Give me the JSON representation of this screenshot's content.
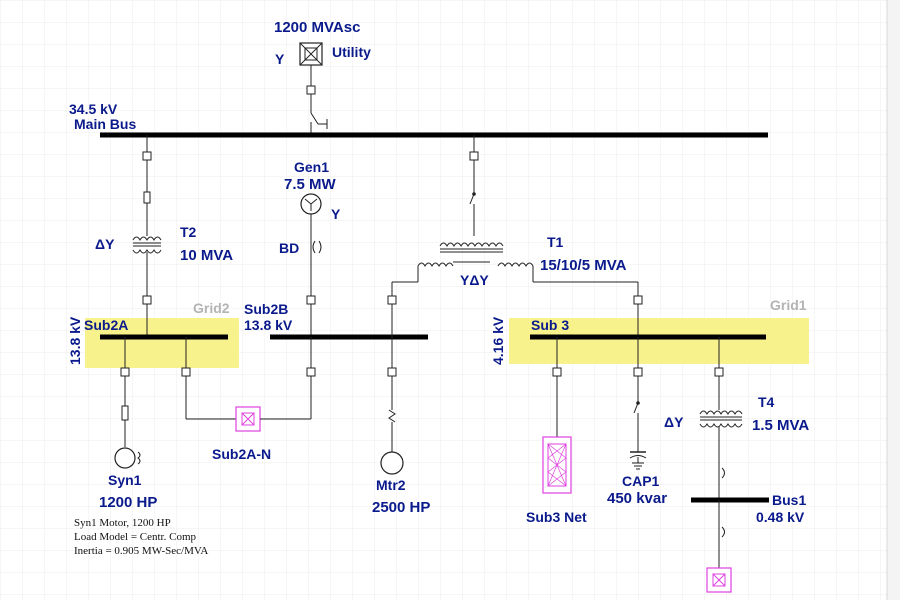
{
  "colors": {
    "label": "#0a1a8c",
    "grid_zone": "#f8f28c",
    "grid_label": "#b4b4b4",
    "load": "#e040e0",
    "bus": "#000000"
  },
  "utility": {
    "rating": "1200 MVAsc",
    "name": "Utility",
    "conn": "Y"
  },
  "main_bus": {
    "voltage": "34.5 kV",
    "name": "Main Bus"
  },
  "gen1": {
    "name": "Gen1",
    "rating": "7.5 MW",
    "conn": "Y"
  },
  "t2": {
    "name": "T2",
    "rating": "10 MVA",
    "conn": "ΔY"
  },
  "t1": {
    "name": "T1",
    "rating": "15/10/5 MVA",
    "conn": "YΔY"
  },
  "bd": {
    "label": "BD"
  },
  "grid2": {
    "label": "Grid2"
  },
  "grid1": {
    "label": "Grid1"
  },
  "sub2a": {
    "name": "Sub2A",
    "voltage": "13.8 kV"
  },
  "sub2b": {
    "name": "Sub2B",
    "voltage": "13.8 kV"
  },
  "sub3": {
    "name": "Sub 3",
    "voltage": "4.16 kV"
  },
  "sub2a_n": {
    "name": "Sub2A-N"
  },
  "syn1": {
    "name": "Syn1",
    "rating": "1200 HP",
    "notes": [
      "Syn1 Motor, 1200 HP",
      "Load Model = Centr. Comp",
      "Inertia = 0.905 MW-Sec/MVA"
    ]
  },
  "mtr2": {
    "name": "Mtr2",
    "rating": "2500 HP"
  },
  "sub3_net": {
    "name": "Sub3 Net"
  },
  "cap1": {
    "name": "CAP1",
    "rating": "450 kvar"
  },
  "t4": {
    "name": "T4",
    "rating": "1.5 MVA",
    "conn": "ΔY"
  },
  "bus1": {
    "name": "Bus1",
    "voltage": "0.48 kV"
  }
}
